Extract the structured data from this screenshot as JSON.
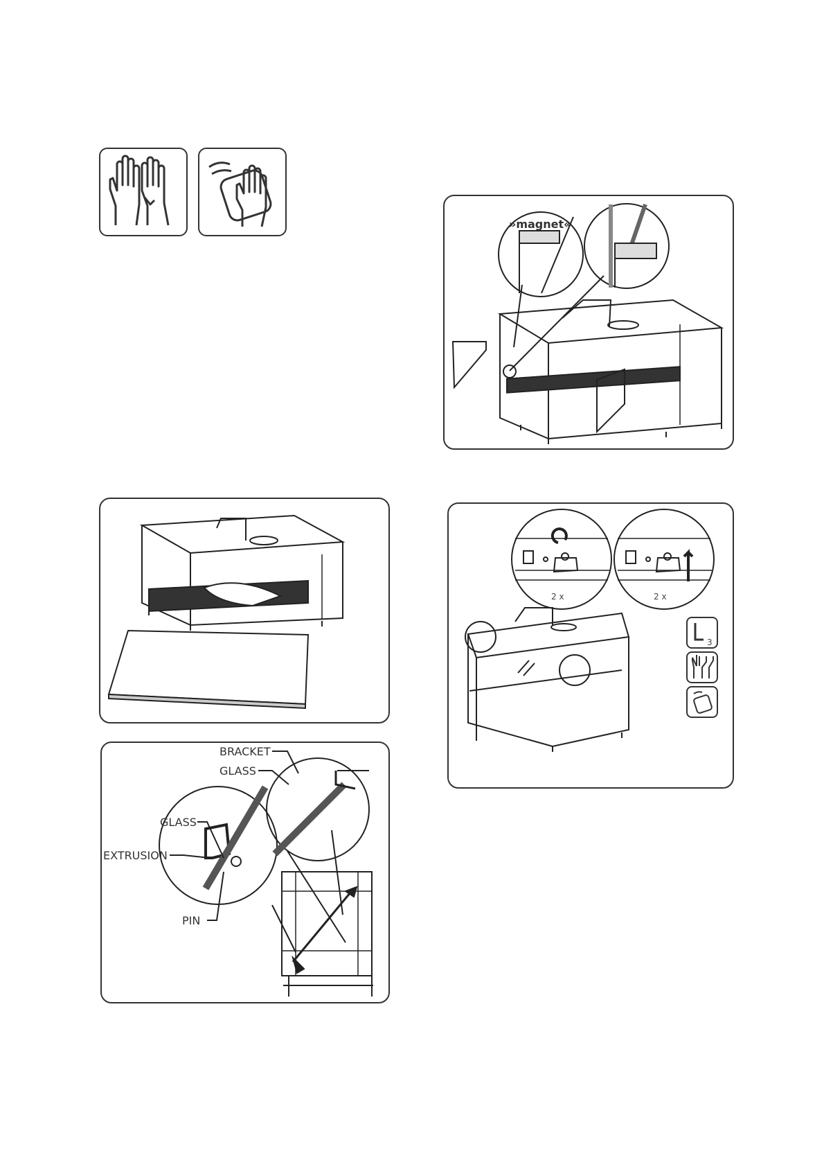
{
  "panel_magnet": {
    "magnet_label": "»magnet«"
  },
  "panel_brackets": {
    "count_left": "2 x",
    "count_right": "2 x",
    "hex_key_size": "3"
  },
  "panel_detail": {
    "bracket_label": "BRACKET",
    "glass_top_label": "GLASS",
    "glass_left_label": "GLASS",
    "extrusion_label": "EXTRUSION",
    "pin_label": "PIN"
  },
  "icons": [
    "gloves-icon",
    "clean-glass-icon",
    "hex-key-icon"
  ]
}
